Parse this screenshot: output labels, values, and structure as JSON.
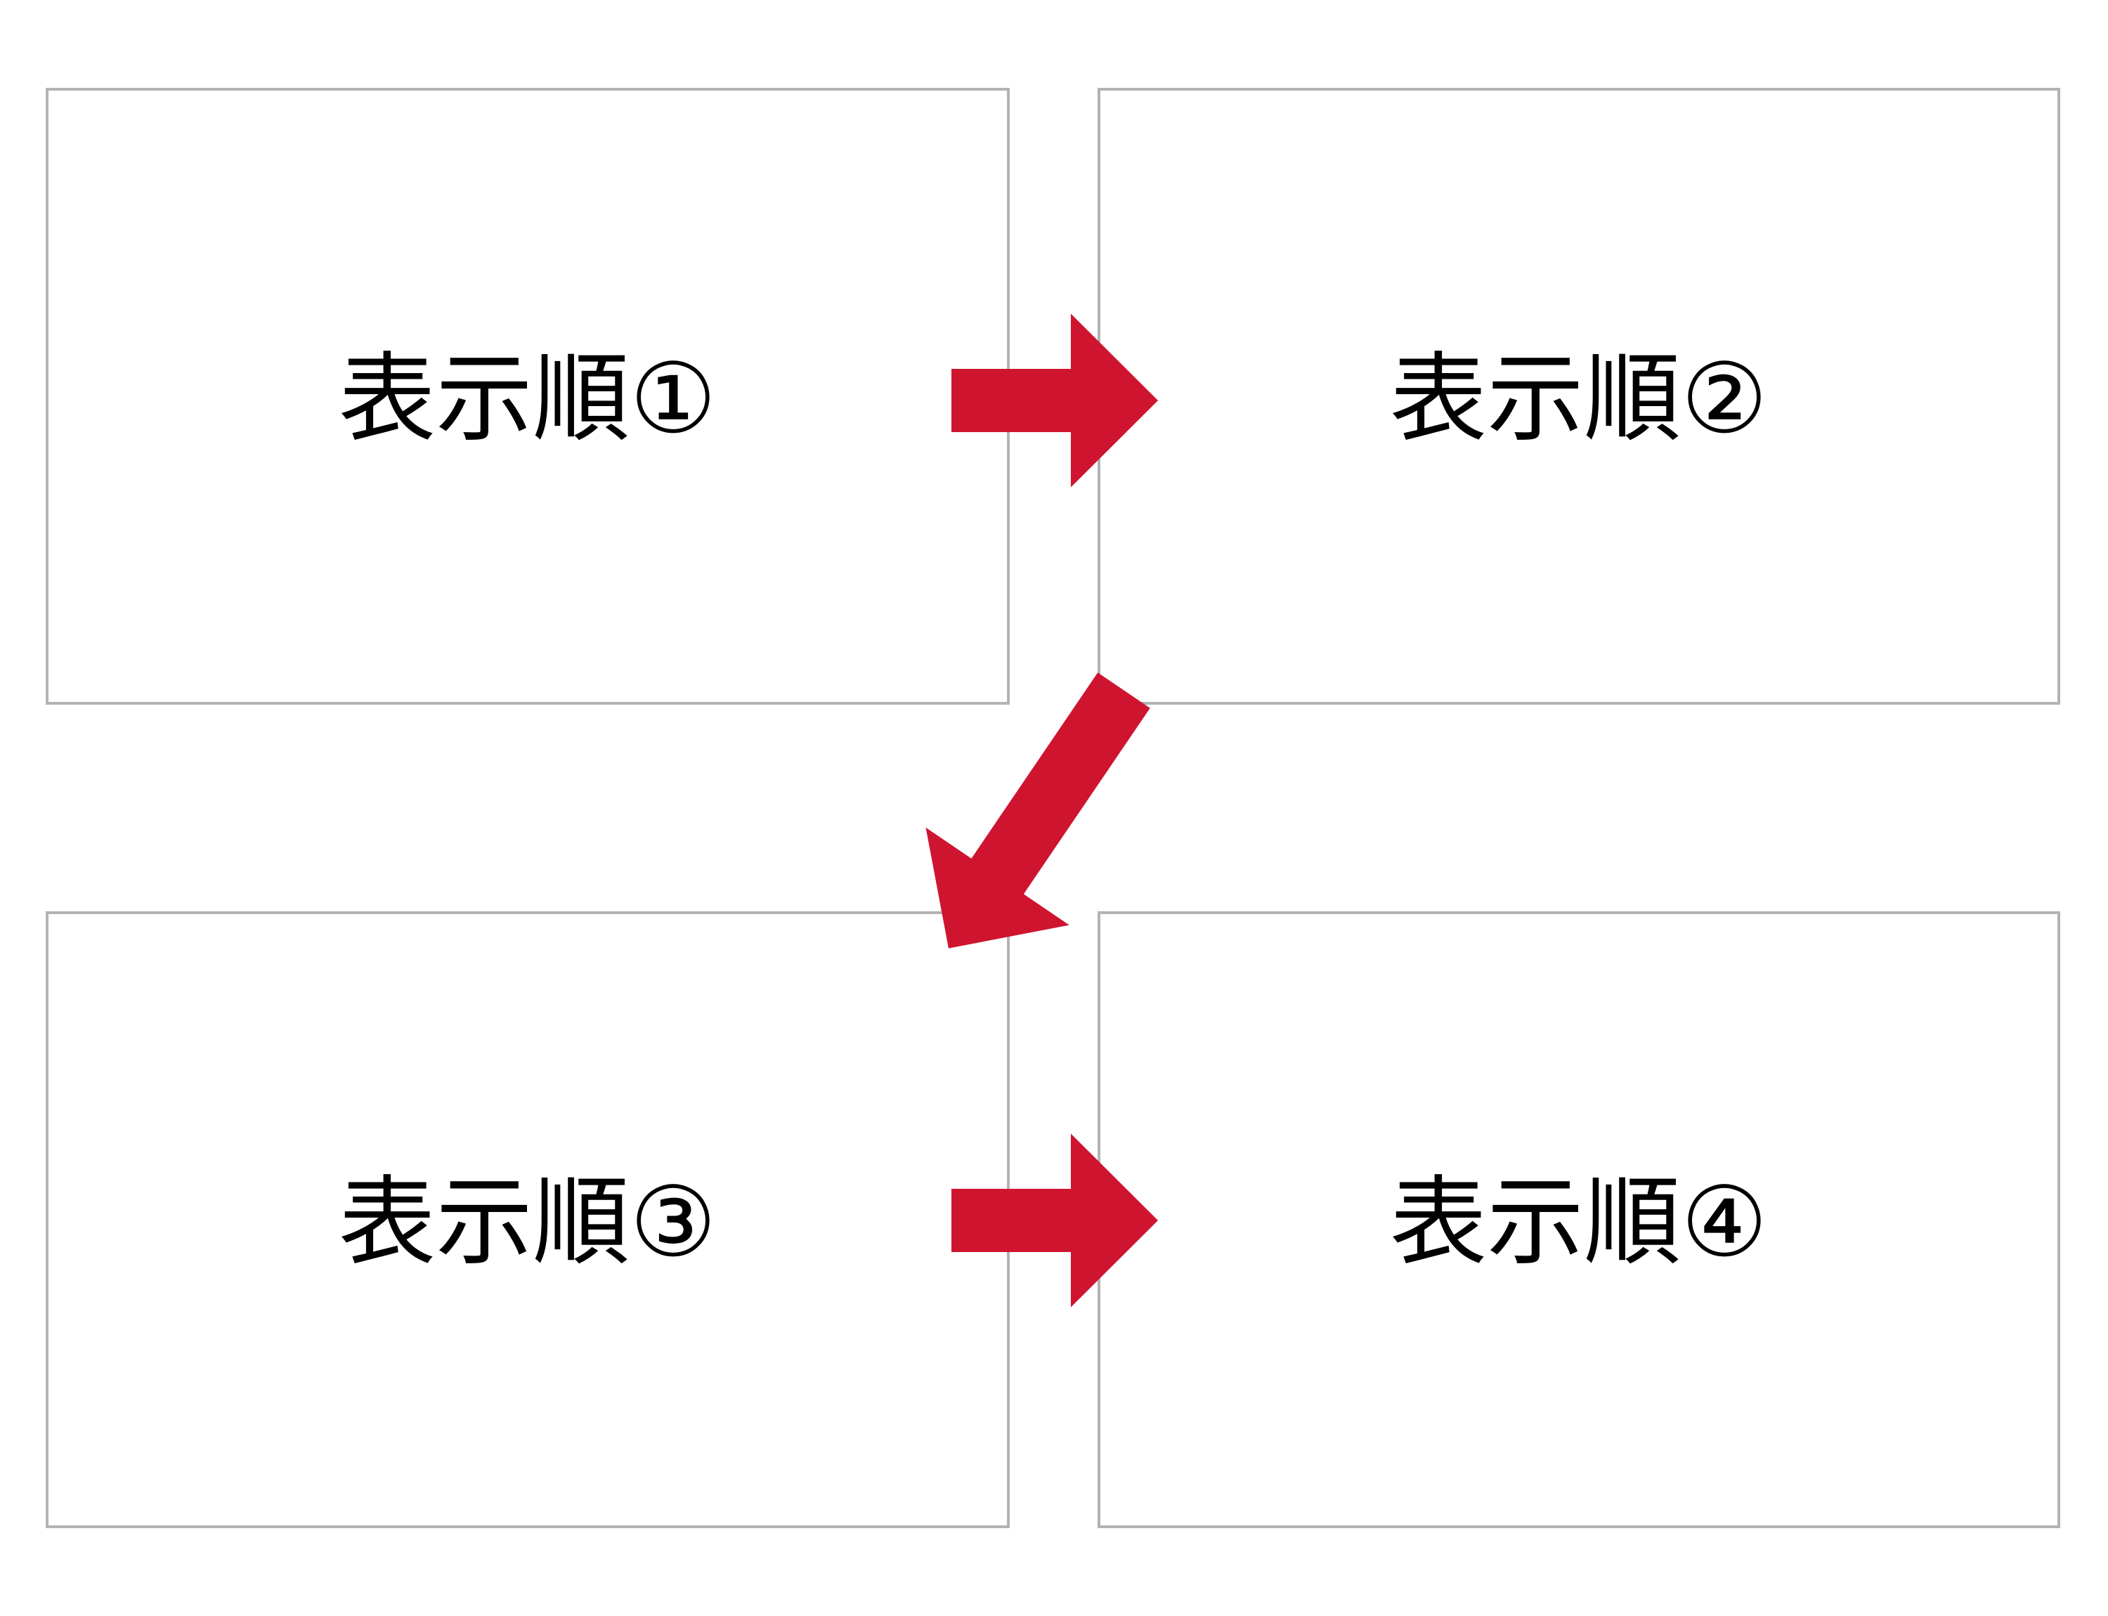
{
  "diagram": {
    "boxes": [
      {
        "label": "表示順①"
      },
      {
        "label": "表示順②"
      },
      {
        "label": "表示順③"
      },
      {
        "label": "表示順④"
      }
    ],
    "flow": [
      {
        "from": "表示順①",
        "to": "表示順②",
        "direction": "right"
      },
      {
        "from": "表示順②",
        "to": "表示順③",
        "direction": "down-left"
      },
      {
        "from": "表示順③",
        "to": "表示順④",
        "direction": "right"
      }
    ]
  },
  "colors": {
    "arrow_red": "#CF1430",
    "box_border": "#B3B3B3",
    "box_fill": "#FFFFFF",
    "text": "#000000",
    "background": "#FFFFFF"
  }
}
